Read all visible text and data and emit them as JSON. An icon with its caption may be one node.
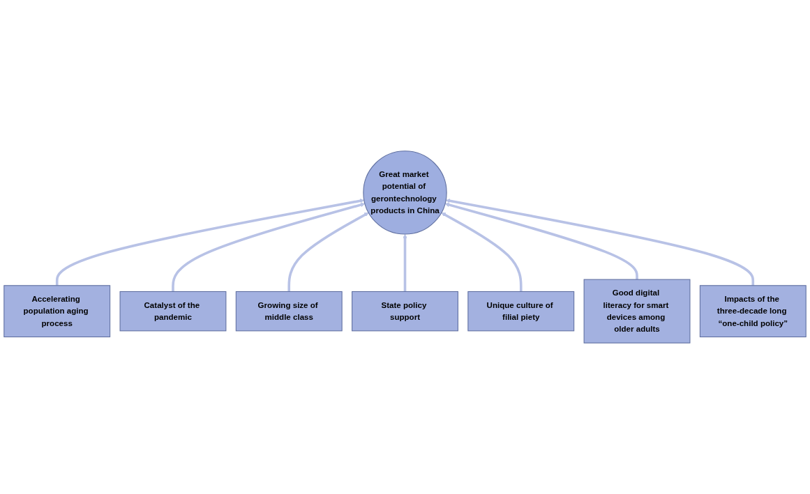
{
  "diagram": {
    "nodes": [
      {
        "text": [
          "Great market potential of gerontechnology products in China"
        ]
      },
      {
        "text": [
          "Accelerating population aging process"
        ]
      },
      {
        "text": [
          "Catalyst of the pandemic"
        ]
      },
      {
        "text": [
          "Growing size of middle class"
        ]
      },
      {
        "text": [
          "State policy support"
        ]
      },
      {
        "text": [
          "Unique culture of filial piety"
        ]
      },
      {
        "text": [
          "Good digital literacy for smart devices among older adults"
        ]
      },
      {
        "text": [
          "Impacts of the three-decade long “one-child policy”"
        ]
      }
    ],
    "edges": [
      {
        "from": 1,
        "to": 0,
        "arrow": "to"
      },
      {
        "from": 2,
        "to": 0,
        "arrow": "to"
      },
      {
        "from": 3,
        "to": 0,
        "arrow": "to"
      },
      {
        "from": 4,
        "to": 0,
        "arrow": "to"
      },
      {
        "from": 5,
        "to": 0,
        "arrow": "to"
      },
      {
        "from": 6,
        "to": 0,
        "arrow": "to"
      },
      {
        "from": 7,
        "to": 0,
        "arrow": "to"
      }
    ]
  }
}
